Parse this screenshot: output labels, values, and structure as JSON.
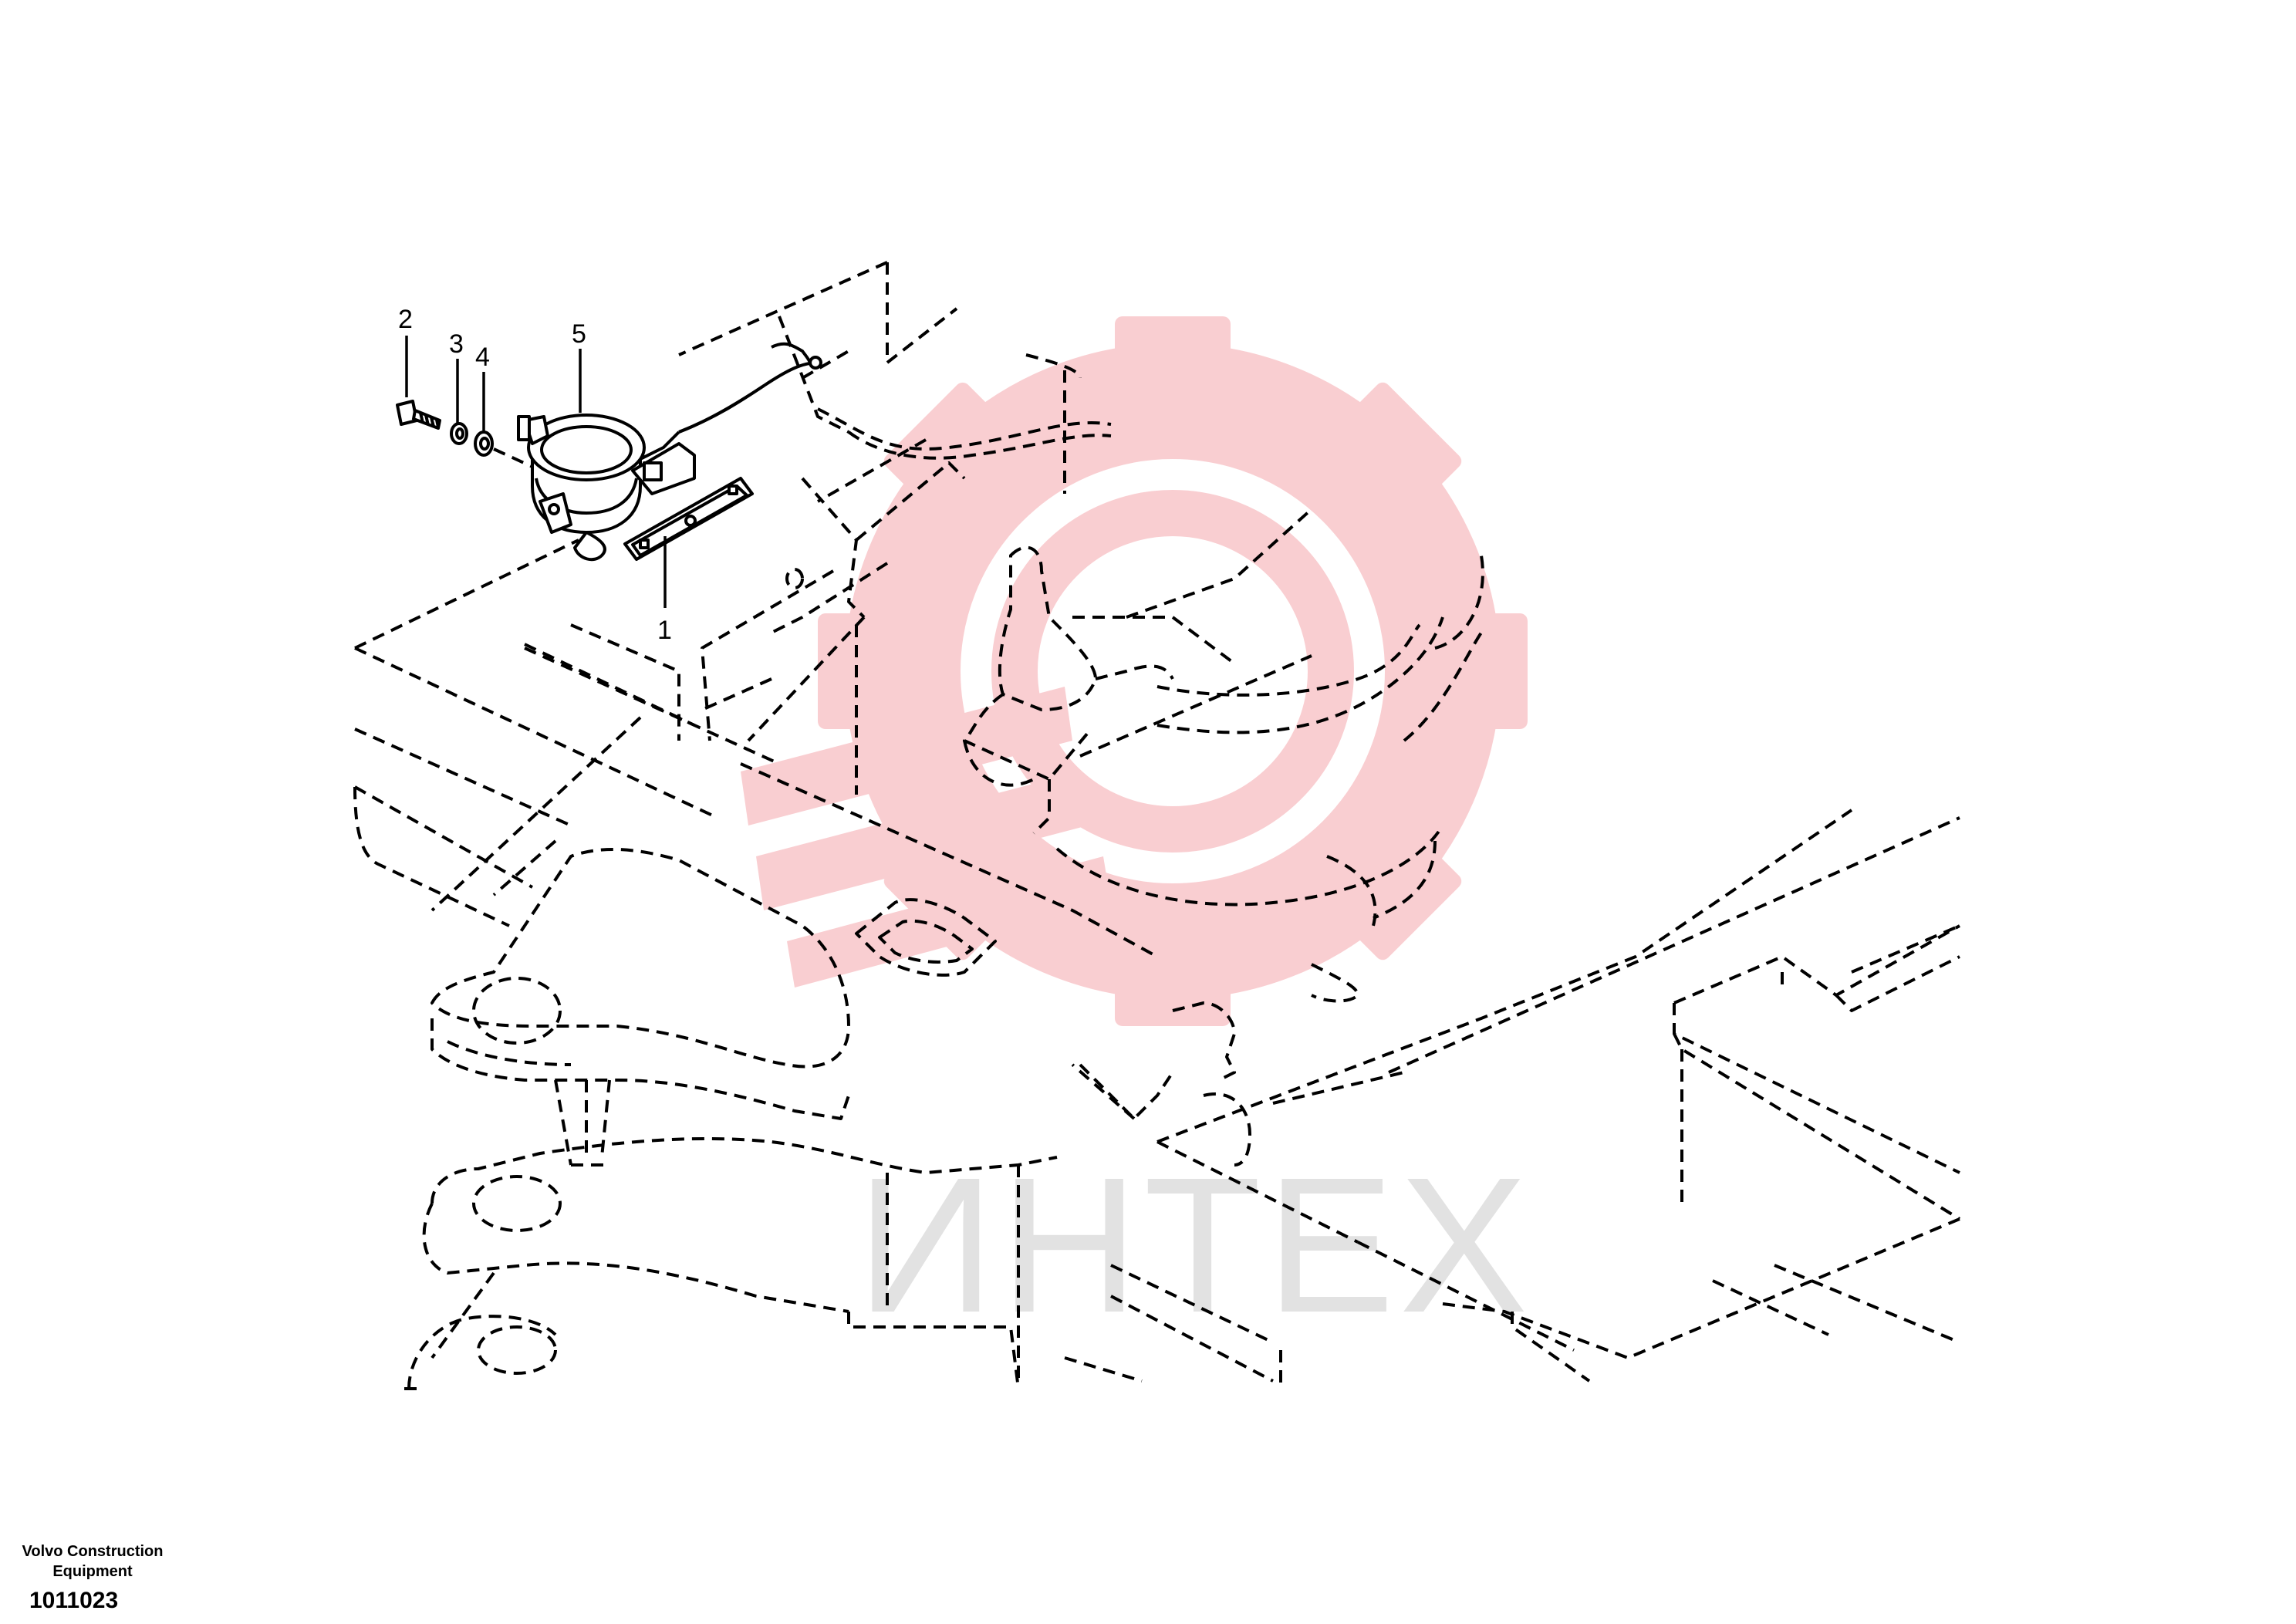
{
  "callouts": {
    "c1": "1",
    "c2": "2",
    "c3": "3",
    "c4": "4",
    "c5": "5"
  },
  "watermark": {
    "text": "ИНТЕХ",
    "gear_color": "#f9c9cc",
    "text_color": "#d9d9d9"
  },
  "footer": {
    "company": "Volvo Construction Equipment",
    "drawing_number": "1011023"
  },
  "icons": {
    "watermark_logo": "gear-icon"
  }
}
